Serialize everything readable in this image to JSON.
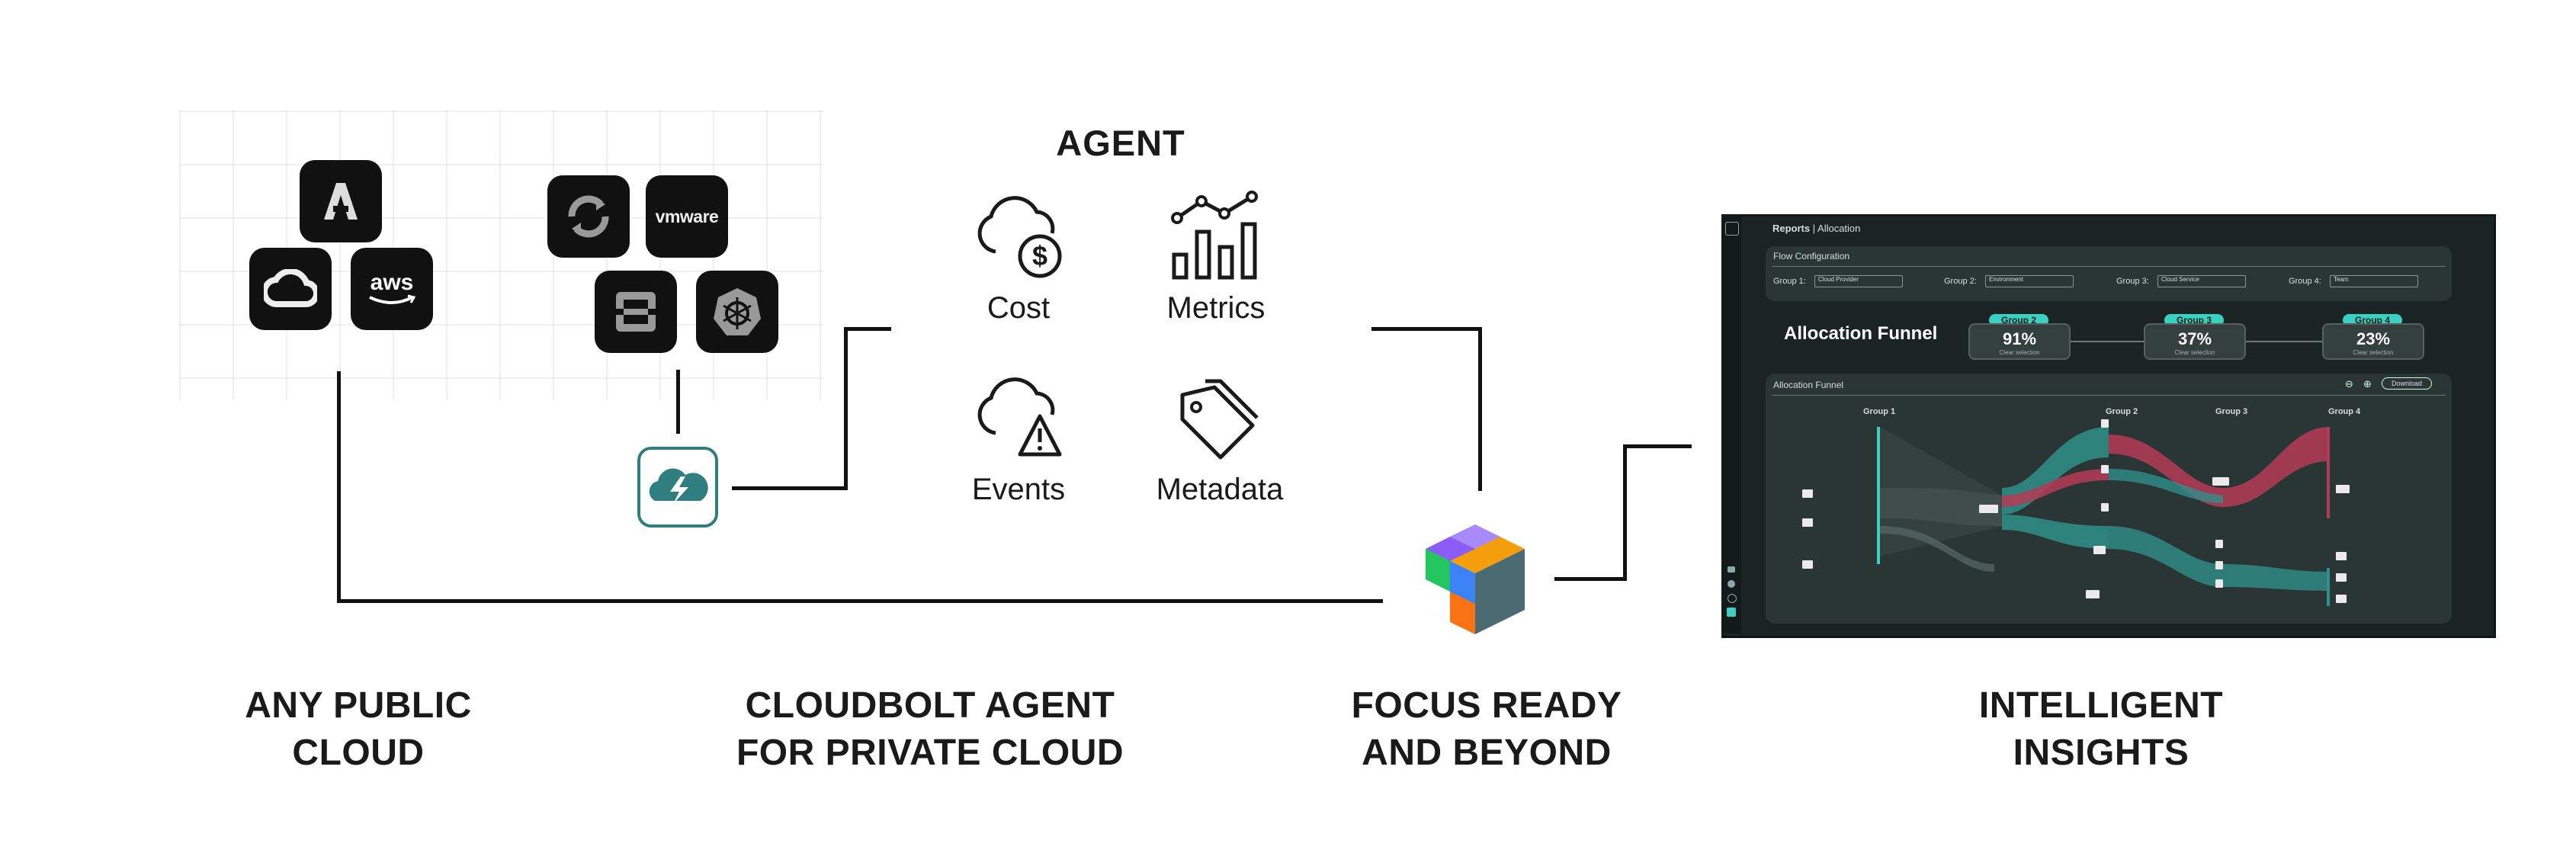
{
  "public_cloud": {
    "icons": [
      "artifact-a-icon",
      "google-cloud-icon",
      "aws-icon"
    ],
    "aws_text": "aws",
    "label_line1": "ANY PUBLIC",
    "label_line2": "CLOUD"
  },
  "private_cloud": {
    "icons": [
      "openshift-icon",
      "vmware-icon",
      "openstack-icon",
      "kubernetes-icon"
    ],
    "vmware_text": "vmware",
    "label_line1": "CLOUDBOLT AGENT",
    "label_line2": "FOR PRIVATE CLOUD"
  },
  "agent": {
    "title": "AGENT",
    "items": [
      {
        "icon": "cost-cloud-icon",
        "label": "Cost"
      },
      {
        "icon": "metrics-chart-icon",
        "label": "Metrics"
      },
      {
        "icon": "events-cloud-icon",
        "label": "Events"
      },
      {
        "icon": "metadata-tag-icon",
        "label": "Metadata"
      }
    ]
  },
  "focus": {
    "label_line1": "FOCUS READY",
    "label_line2": "AND BEYOND",
    "colors": [
      "#8b5cf6",
      "#f59e0b",
      "#4b6b73",
      "#3b82f6",
      "#16a34a"
    ]
  },
  "insights": {
    "label_line1": "INTELLIGENT",
    "label_line2": "INSIGHTS"
  },
  "dashboard": {
    "breadcrumb_bold": "Reports",
    "breadcrumb_rest": "| Allocation",
    "flow_config": "Flow Configuration",
    "groups": [
      {
        "label": "Group 1:",
        "value": "Cloud Provider"
      },
      {
        "label": "Group 2:",
        "value": "Environment"
      },
      {
        "label": "Group 3:",
        "value": "Cloud Service"
      },
      {
        "label": "Group 4:",
        "value": "Team"
      }
    ],
    "funnel_title": "Allocation Funnel",
    "cards": [
      {
        "badge": "Group 2",
        "pct": "91%",
        "sub": "Clear selection"
      },
      {
        "badge": "Group 3",
        "pct": "37%",
        "sub": "Clear selection"
      },
      {
        "badge": "Group 4",
        "pct": "23%",
        "sub": "Clear selection"
      }
    ],
    "funnel_panel_title": "Allocation Funnel",
    "download": "Download",
    "columns": [
      "Group 1",
      "Group 2",
      "Group 3",
      "Group 4"
    ],
    "colors": {
      "teal": "#2f8f8a",
      "red": "#b43b57",
      "accent": "#3ad1c0"
    }
  }
}
